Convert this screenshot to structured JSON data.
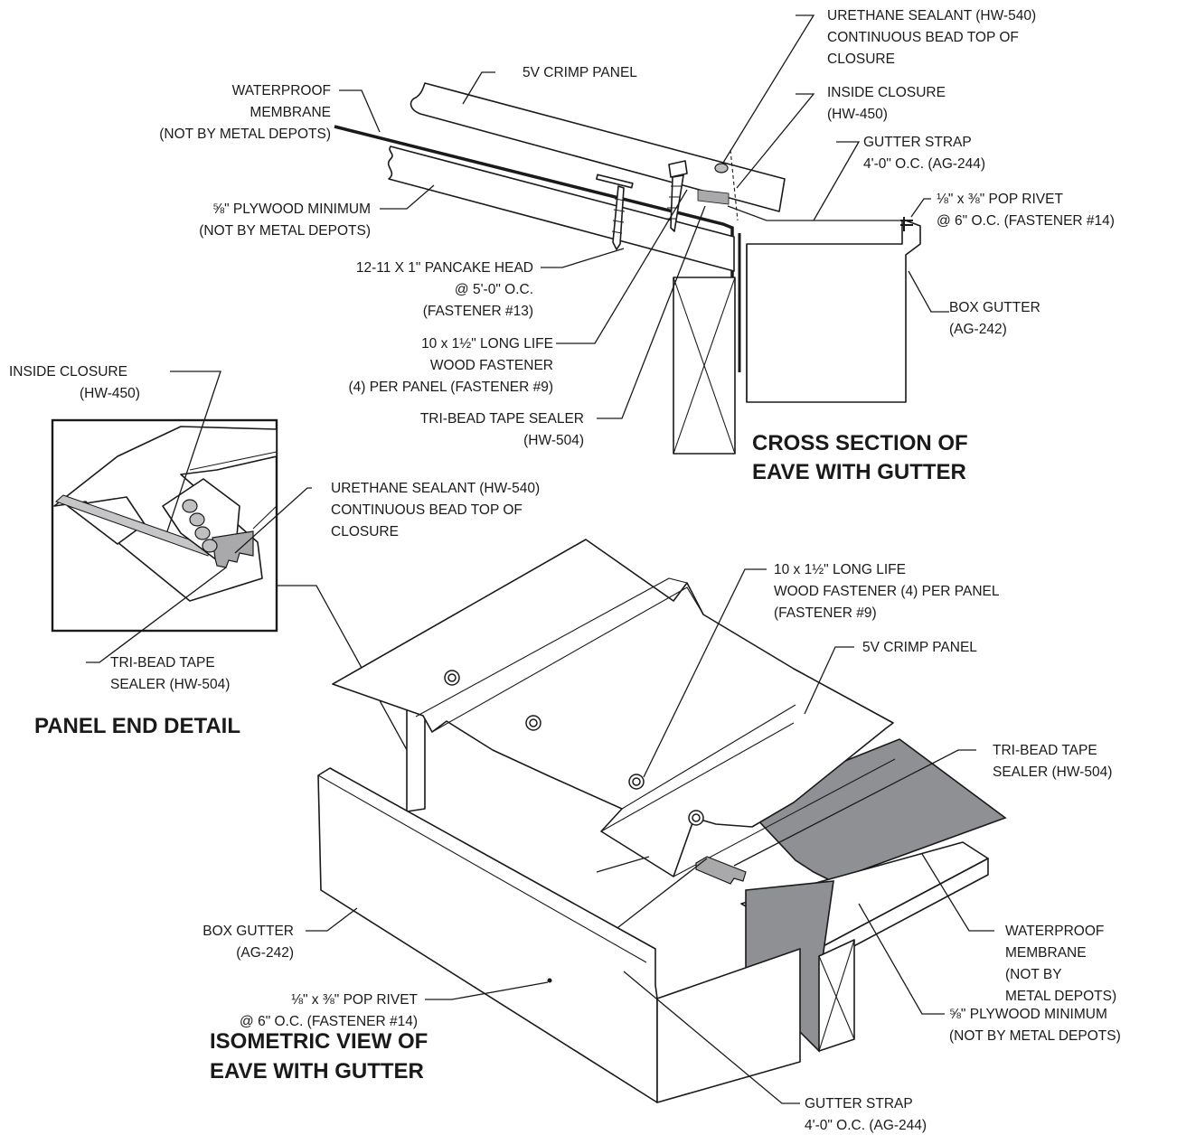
{
  "titles": {
    "cross_section": [
      "CROSS SECTION OF",
      "EAVE WITH GUTTER"
    ],
    "panel_end": [
      "PANEL END DETAIL"
    ],
    "isometric": [
      "ISOMETRIC VIEW OF",
      "EAVE WITH GUTTER"
    ]
  },
  "cross_section_labels": {
    "urethane": [
      "URETHANE SEALANT (HW-540)",
      "CONTINUOUS BEAD TOP OF",
      "CLOSURE"
    ],
    "crimp_panel": [
      "5V CRIMP PANEL"
    ],
    "inside_closure": [
      "INSIDE CLOSURE",
      "(HW-450)"
    ],
    "membrane": [
      "WATERPROOF",
      "MEMBRANE",
      "(NOT BY METAL DEPOTS)"
    ],
    "gutter_strap": [
      "GUTTER STRAP",
      "4'-0\" O.C. (AG-244)"
    ],
    "pop_rivet": [
      "⅛\" x ⅜\" POP RIVET",
      "@ 6\" O.C. (FASTENER #14)"
    ],
    "plywood": [
      "⅝\" PLYWOOD MINIMUM",
      "(NOT BY METAL DEPOTS)"
    ],
    "pancake": [
      "12-11 X 1\" PANCAKE HEAD",
      "@ 5'-0\" O.C.",
      "(FASTENER #13)"
    ],
    "box_gutter": [
      "BOX GUTTER",
      "(AG-242)"
    ],
    "wood_fastener": [
      "10 x 1½\" LONG LIFE",
      "WOOD FASTENER",
      "(4) PER PANEL (FASTENER #9)"
    ],
    "tri_bead": [
      "TRI-BEAD TAPE SEALER",
      "(HW-504)"
    ]
  },
  "panel_end_labels": {
    "inside_closure": [
      "INSIDE CLOSURE",
      "(HW-450)"
    ],
    "urethane": [
      "URETHANE SEALANT (HW-540)",
      "CONTINUOUS BEAD TOP OF",
      "CLOSURE"
    ],
    "tri_bead": [
      "TRI-BEAD TAPE",
      "SEALER (HW-504)"
    ]
  },
  "isometric_labels": {
    "wood_fastener": [
      "10 x 1½\" LONG LIFE",
      "WOOD FASTENER (4) PER PANEL",
      "(FASTENER #9)"
    ],
    "crimp_panel": [
      "5V CRIMP PANEL"
    ],
    "tri_bead": [
      "TRI-BEAD TAPE",
      "SEALER (HW-504)"
    ],
    "membrane": [
      "WATERPROOF",
      "MEMBRANE",
      "(NOT BY",
      "METAL DEPOTS)"
    ],
    "box_gutter": [
      "BOX GUTTER",
      "(AG-242)"
    ],
    "pop_rivet": [
      "⅛\" x ⅜\" POP RIVET",
      "@ 6\" O.C. (FASTENER #14)"
    ],
    "plywood": [
      "⅝\" PLYWOOD MINIMUM",
      "(NOT BY METAL DEPOTS)"
    ],
    "gutter_strap": [
      "GUTTER STRAP",
      "4'-0\" O.C. (AG-244)"
    ]
  },
  "colors": {
    "ink": "#1a1a1a",
    "membrane_fill": "#8f9094",
    "closure_fill": "#bfbfc1",
    "tape_fill": "#a9a9ab"
  }
}
